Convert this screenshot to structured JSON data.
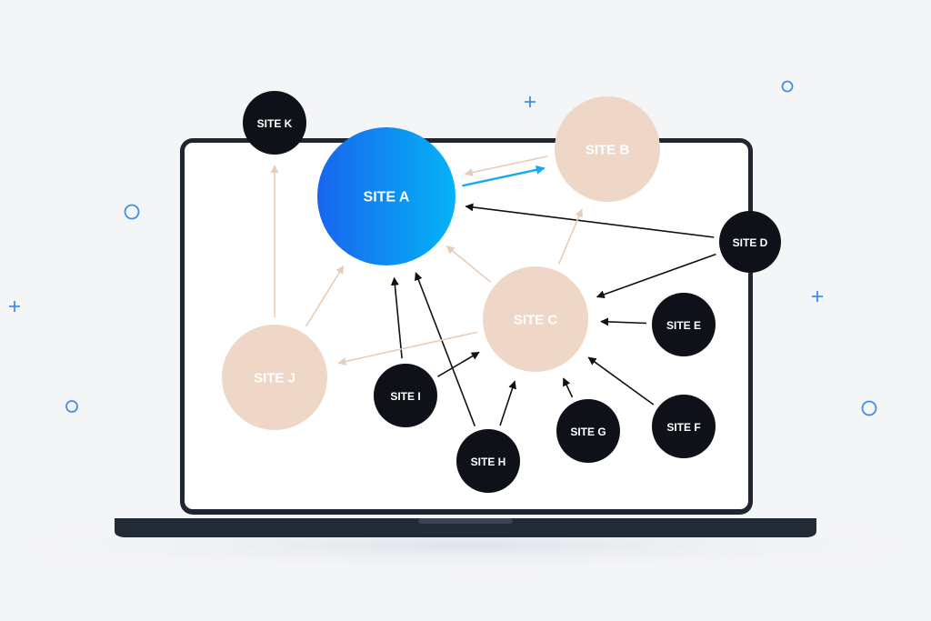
{
  "colors": {
    "background": "#f4f5f7",
    "screen": "#ffffff",
    "laptop_frame": "#1f2630",
    "dark_node": "#0e1118",
    "tan_node": "#eed7c6",
    "tan_link": "#e6cdb9",
    "blue_start": "#1766ee",
    "blue_end": "#05b3f5",
    "blue_link": "#14aaf0",
    "black_link": "#0e1118",
    "sparkle": "#3d8fe8"
  },
  "nodes": [
    {
      "id": "A",
      "label": "SITE A",
      "style": "blue"
    },
    {
      "id": "B",
      "label": "SITE B",
      "style": "tan"
    },
    {
      "id": "C",
      "label": "SITE C",
      "style": "tan"
    },
    {
      "id": "D",
      "label": "SITE D",
      "style": "dark"
    },
    {
      "id": "E",
      "label": "SITE E",
      "style": "dark"
    },
    {
      "id": "F",
      "label": "SITE F",
      "style": "dark"
    },
    {
      "id": "G",
      "label": "SITE G",
      "style": "dark"
    },
    {
      "id": "H",
      "label": "SITE H",
      "style": "dark"
    },
    {
      "id": "I",
      "label": "SITE I",
      "style": "dark"
    },
    {
      "id": "J",
      "label": "SITE J",
      "style": "tan"
    },
    {
      "id": "K",
      "label": "SITE K",
      "style": "dark"
    }
  ],
  "links": [
    {
      "from": "A",
      "to": "B",
      "style": "blue"
    },
    {
      "from": "B",
      "to": "A",
      "style": "tan"
    },
    {
      "from": "D",
      "to": "A",
      "style": "black"
    },
    {
      "from": "D",
      "to": "C",
      "style": "black"
    },
    {
      "from": "E",
      "to": "C",
      "style": "black"
    },
    {
      "from": "F",
      "to": "C",
      "style": "black"
    },
    {
      "from": "G",
      "to": "C",
      "style": "black"
    },
    {
      "from": "H",
      "to": "C",
      "style": "black"
    },
    {
      "from": "H",
      "to": "A",
      "style": "black"
    },
    {
      "from": "I",
      "to": "A",
      "style": "black"
    },
    {
      "from": "I",
      "to": "C",
      "style": "black"
    },
    {
      "from": "C",
      "to": "A",
      "style": "tan"
    },
    {
      "from": "C",
      "to": "B",
      "style": "tan"
    },
    {
      "from": "C",
      "to": "J",
      "style": "tan"
    },
    {
      "from": "J",
      "to": "A",
      "style": "tan"
    },
    {
      "from": "J",
      "to": "K",
      "style": "tan"
    }
  ]
}
